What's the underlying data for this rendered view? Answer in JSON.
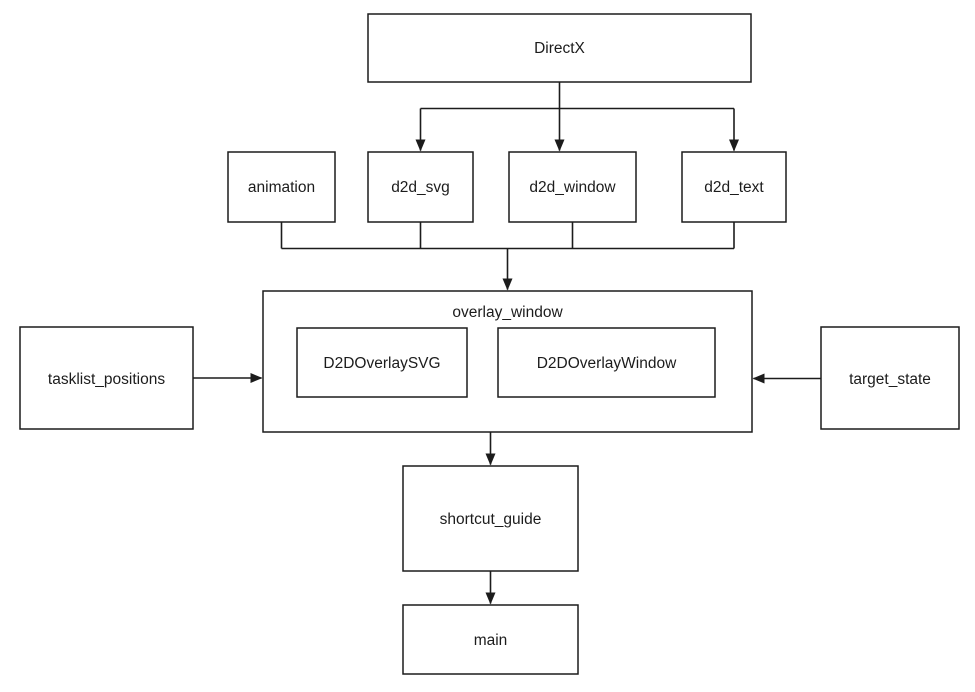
{
  "diagram": {
    "colors": {
      "background": "#ffffff",
      "box_fill": "#ffffff",
      "line": "#1c1c1c",
      "text": "#1c1c1c"
    },
    "nodes": {
      "directx": {
        "label": "DirectX"
      },
      "animation": {
        "label": "animation"
      },
      "d2d_svg": {
        "label": "d2d_svg"
      },
      "d2d_window": {
        "label": "d2d_window"
      },
      "d2d_text": {
        "label": "d2d_text"
      },
      "overlay_window": {
        "label": "overlay_window"
      },
      "d2d_overlay_svg": {
        "label": "D2DOverlaySVG"
      },
      "d2d_overlay_window": {
        "label": "D2DOverlayWindow"
      },
      "tasklist_positions": {
        "label": "tasklist_positions"
      },
      "target_state": {
        "label": "target_state"
      },
      "shortcut_guide": {
        "label": "shortcut_guide"
      },
      "main": {
        "label": "main"
      }
    },
    "edges": [
      {
        "from": "DirectX",
        "to": "d2d_svg",
        "arrow": "down"
      },
      {
        "from": "DirectX",
        "to": "d2d_window",
        "arrow": "down"
      },
      {
        "from": "DirectX",
        "to": "d2d_text",
        "arrow": "down"
      },
      {
        "from": "animation",
        "to": "overlay_window",
        "arrow": "down"
      },
      {
        "from": "d2d_svg",
        "to": "overlay_window",
        "arrow": "down"
      },
      {
        "from": "d2d_window",
        "to": "overlay_window",
        "arrow": "down"
      },
      {
        "from": "d2d_text",
        "to": "overlay_window",
        "arrow": "down"
      },
      {
        "from": "tasklist_positions",
        "to": "overlay_window",
        "arrow": "right"
      },
      {
        "from": "target_state",
        "to": "overlay_window",
        "arrow": "left"
      },
      {
        "from": "overlay_window",
        "to": "shortcut_guide",
        "arrow": "down"
      },
      {
        "from": "shortcut_guide",
        "to": "main",
        "arrow": "down"
      }
    ]
  }
}
